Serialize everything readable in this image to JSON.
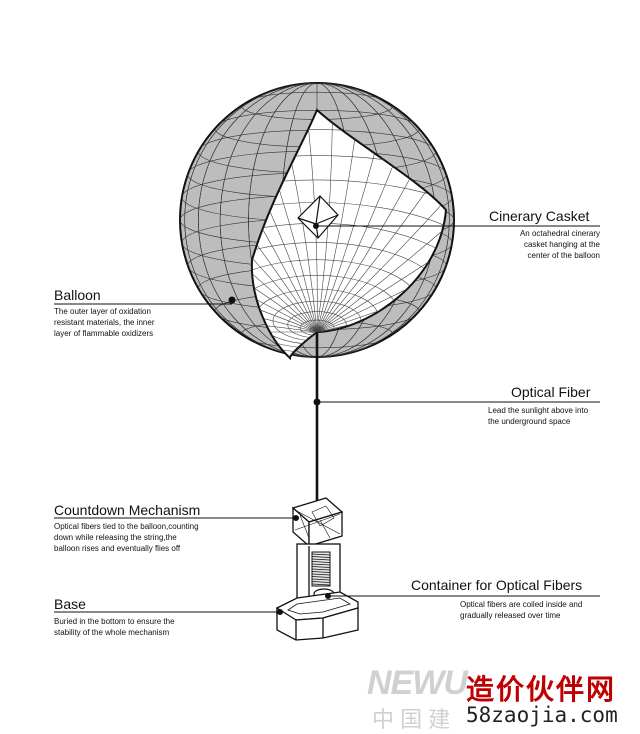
{
  "labels": {
    "cinerary_casket": {
      "title": "Cinerary Casket",
      "desc": [
        "An octahedral cinerary",
        "casket hanging at the",
        "center of the balloon"
      ]
    },
    "balloon": {
      "title": "Balloon",
      "desc": [
        "The outer layer of oxidation",
        "resistant materials, the inner",
        "layer of flammable oxidizers"
      ]
    },
    "optical_fiber": {
      "title": "Optical Fiber",
      "desc": [
        "Lead the sunlight above into",
        "the underground space"
      ]
    },
    "countdown_mechanism": {
      "title": "Countdown Mechanism",
      "desc": [
        "Optical fibers tied to the balloon,counting",
        "down while releasing the string,the",
        "balloon rises and eventually flies off"
      ]
    },
    "container": {
      "title": "Container for Optical Fibers",
      "desc": [
        "Optical fibers are coiled inside and",
        "gradually released over time"
      ]
    },
    "base": {
      "title": "Base",
      "desc": [
        "Buried in the bottom to ensure the",
        "stability of the whole mechanism"
      ]
    }
  },
  "watermark": {
    "logo": "NEWU",
    "cn_left": "中 国 建",
    "cn_right": "造价伙伴网",
    "url": "58zaojia.com"
  },
  "colors": {
    "line": "#111111",
    "shade": "#bdbdbd",
    "watermark_gray": "#c8c8c8",
    "watermark_red": "#c00000"
  }
}
